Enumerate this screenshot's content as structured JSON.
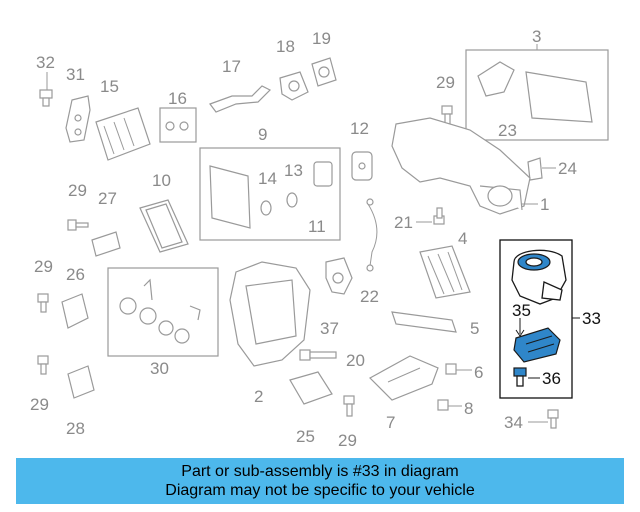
{
  "diagram": {
    "callouts": [
      "1",
      "2",
      "3",
      "4",
      "5",
      "6",
      "7",
      "8",
      "9",
      "10",
      "11",
      "12",
      "13",
      "14",
      "15",
      "16",
      "17",
      "18",
      "19",
      "20",
      "21",
      "22",
      "23",
      "24",
      "25",
      "26",
      "27",
      "28",
      "29",
      "30",
      "31",
      "32",
      "33",
      "34",
      "35",
      "36",
      "37"
    ],
    "highlighted_callouts": [
      "33",
      "35",
      "36"
    ],
    "highlight_color": "#2f86c9",
    "part_line_color": "#9a9a9a"
  },
  "banner": {
    "line1": "Part or sub-assembly is #33 in diagram",
    "line2": "Diagram may not be specific to your vehicle",
    "background": "#4db8ec"
  }
}
